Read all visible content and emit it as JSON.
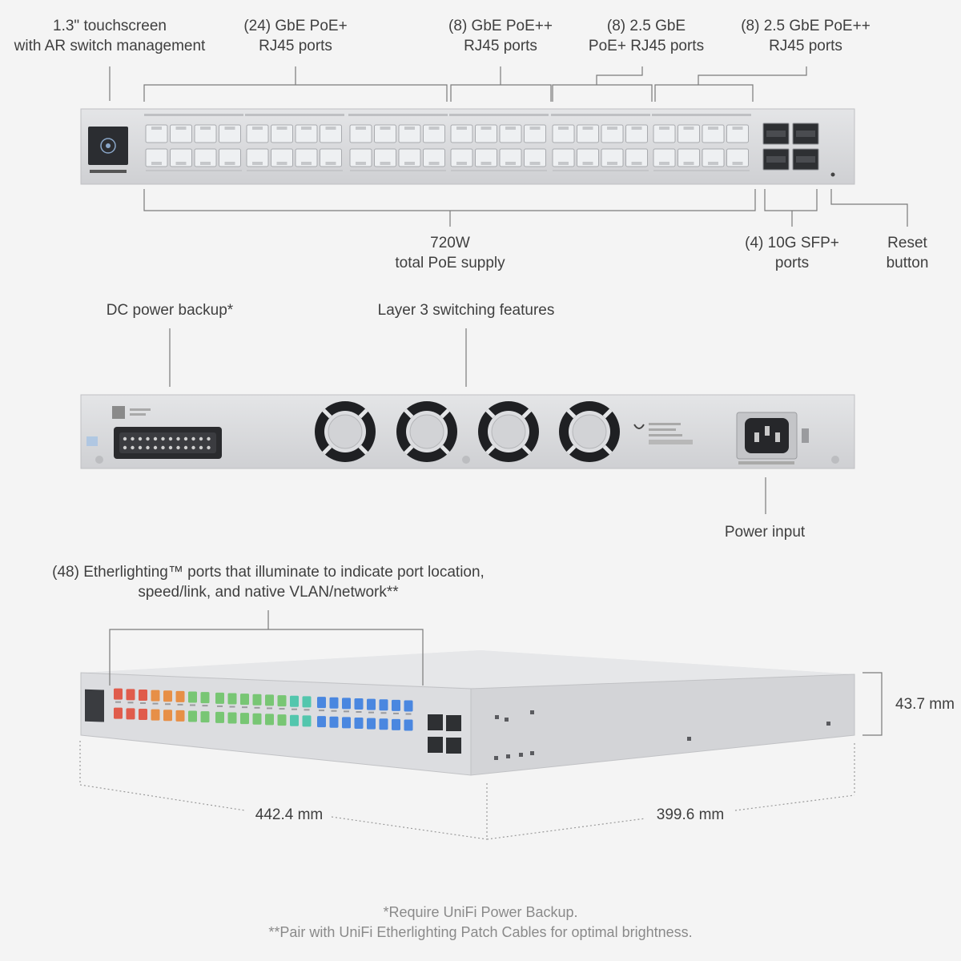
{
  "front_labels": {
    "touchscreen": [
      "1.3\" touchscreen",
      "with AR switch management"
    ],
    "gbe_poe_plus": [
      "(24) GbE PoE+",
      "RJ45 ports"
    ],
    "gbe_poe_plusplus": [
      "(8) GbE PoE++",
      "RJ45 ports"
    ],
    "g25_poe_plus": [
      "(8) 2.5 GbE",
      "PoE+ RJ45 ports"
    ],
    "g25_poe_plusplus": [
      "(8) 2.5 GbE PoE++",
      "RJ45 ports"
    ],
    "poe_supply": [
      "720W",
      "total PoE supply"
    ],
    "sfp": [
      "(4) 10G SFP+",
      "ports"
    ],
    "reset": [
      "Reset",
      "button"
    ]
  },
  "rear_labels": {
    "dc_backup": "DC power backup*",
    "layer3": "Layer 3 switching features",
    "power_input": "Power input"
  },
  "perspective_labels": {
    "etherlighting": [
      "(48) Etherlighting™ ports that illuminate to indicate port location,",
      "speed/link, and native VLAN/network**"
    ],
    "height": "43.7 mm",
    "width": "442.4 mm",
    "depth": "399.6 mm"
  },
  "footnotes": {
    "note1": "*Require UniFi Power Backup.",
    "note2": "**Pair with UniFi Etherlighting Patch Cables for optimal brightness."
  },
  "colors": {
    "background": "#f4f4f4",
    "chassis": "#d9dadc",
    "leader_line": "#7a7a7a",
    "etherlight_red": "#e0503f",
    "etherlight_orange": "#e7883a",
    "etherlight_green": "#6fc36a",
    "etherlight_teal": "#46c3a8",
    "etherlight_blue": "#3d7fe0"
  }
}
